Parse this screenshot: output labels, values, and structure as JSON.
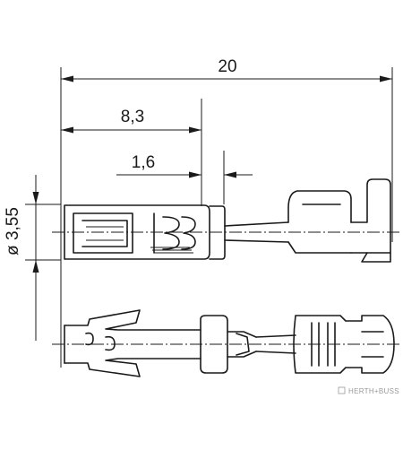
{
  "dimensions": {
    "overall_length": "20",
    "barrel_length": "8,3",
    "collar_width": "1,6",
    "diameter": "ø 3,55"
  },
  "watermark": {
    "text": "HERTH+BUSS"
  }
}
